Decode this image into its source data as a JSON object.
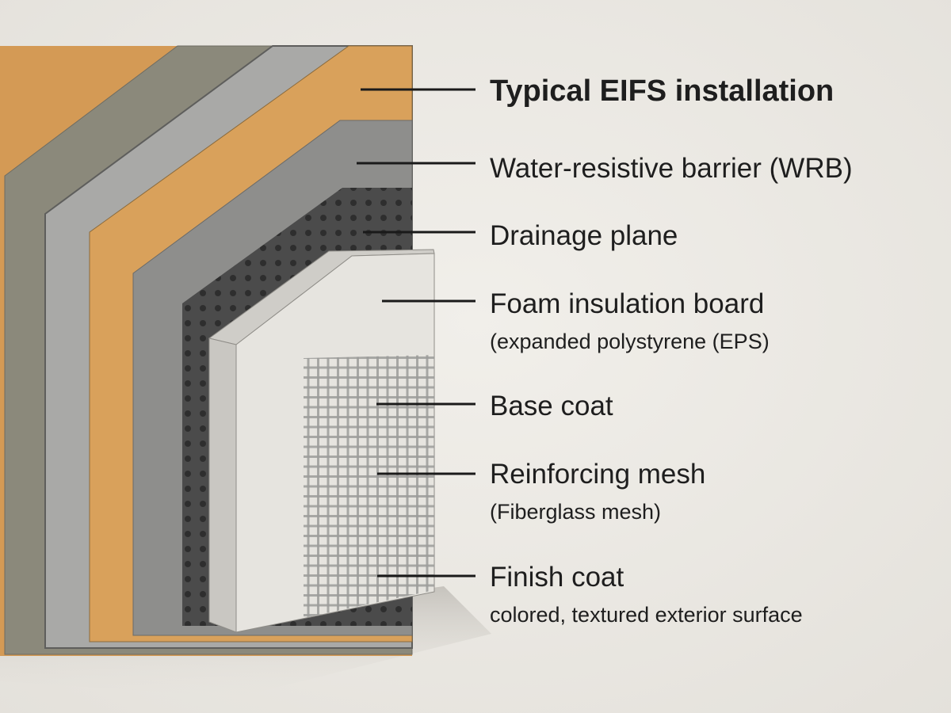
{
  "title": "Typical EIFS installation",
  "labels": [
    {
      "name": "Water-resistive barrier (WRB)"
    },
    {
      "name": "Drainage plane"
    },
    {
      "name": "Foam insulation board",
      "sub": "(expanded polystyrene (EPS)"
    },
    {
      "name": "Base coat"
    },
    {
      "name": "Reinforcing mesh",
      "sub": "(Fiberglass mesh)"
    },
    {
      "name": "Finish coat",
      "sub": "colored, textured exterior surface"
    }
  ],
  "colors": {
    "background": "#ebe8e3",
    "orange": "#d9a15b",
    "olive_gray": "#8b897b",
    "light_gray": "#a9a9a7",
    "mid_gray": "#8e8e8c",
    "dark_drainage": "#4a4a4a",
    "eps": "#e6e4df"
  }
}
